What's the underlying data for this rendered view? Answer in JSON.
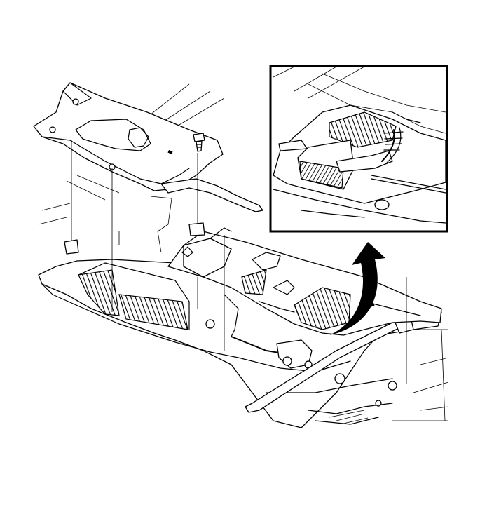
{
  "figure": {
    "description_labels": [],
    "colors": {
      "line": "#000000",
      "background": "#ffffff"
    },
    "parts": [
      {
        "id": "cowl-top-panel-left",
        "icon": "cowl-panel"
      },
      {
        "id": "push-pin-fastener",
        "icon": "push-pin"
      },
      {
        "id": "cowl-top-panel-right",
        "icon": "cowl-panel"
      },
      {
        "id": "wiper-linkage",
        "icon": "wiper-link"
      },
      {
        "id": "electrical-connector",
        "icon": "connector"
      },
      {
        "id": "detail-arrow",
        "icon": "curved-arrow"
      }
    ]
  }
}
